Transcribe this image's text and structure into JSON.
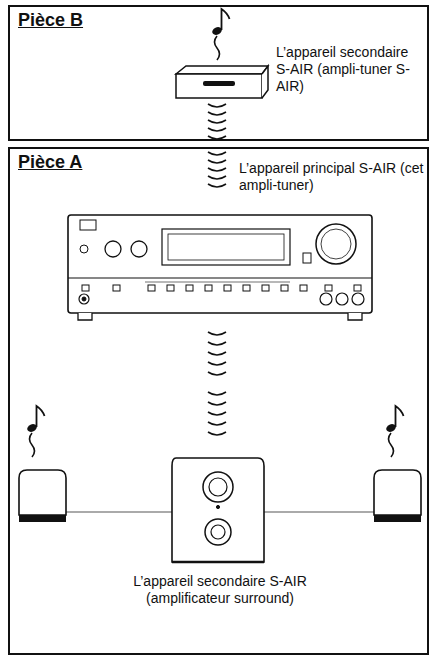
{
  "diagram": {
    "nodes": [
      {
        "text": [
          "Pièce B"
        ]
      },
      {
        "text": [
          "Pièce A"
        ]
      }
    ],
    "labels": [
      "L’appareil secondaire S-AIR (ampli-tuner S-AIR)",
      "L’appareil principal S-AIR (cet ampli-tuner)",
      "L’appareil secondaire S-AIR (amplificateur surround)"
    ]
  }
}
